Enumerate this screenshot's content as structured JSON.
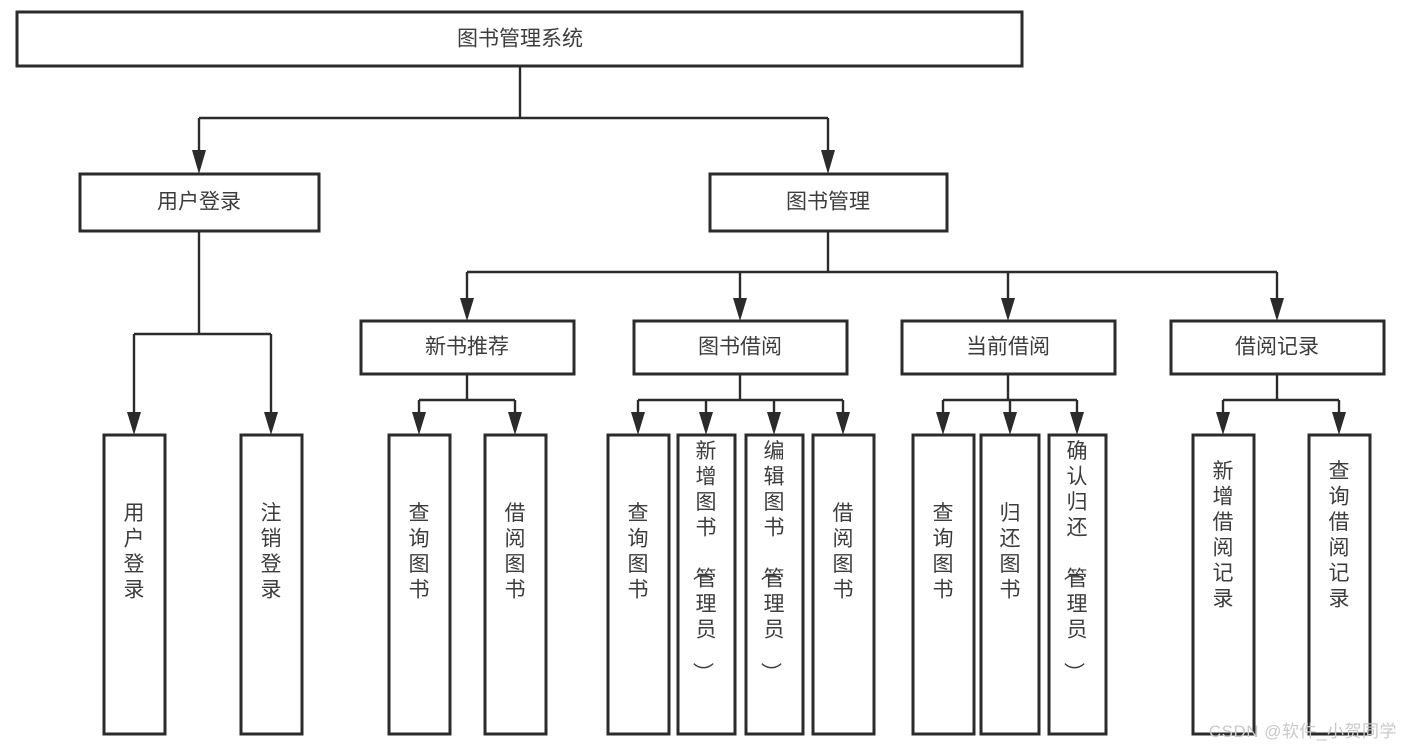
{
  "diagram": {
    "title": "图书管理系统",
    "watermark": "CSDN @软件_小贺同学",
    "theme": {
      "background": "#ffffff",
      "box_stroke": "#2b2b2b",
      "box_fill": "#ffffff",
      "text_color": "#3d3d3d",
      "line_color": "#2b2b2b",
      "watermark_color": "#c9c9c9"
    },
    "root": {
      "label": "图书管理系统"
    },
    "level2": [
      {
        "label": "用户登录"
      },
      {
        "label": "图书管理"
      }
    ],
    "level3": [
      {
        "label": "新书推荐"
      },
      {
        "label": "图书借阅"
      },
      {
        "label": "当前借阅"
      },
      {
        "label": "借阅记录"
      }
    ],
    "leaves": {
      "user_login": [
        {
          "label": "用户登录"
        },
        {
          "label": "注销登录"
        }
      ],
      "new_book_recommend": [
        {
          "label": "查询图书"
        },
        {
          "label": "借阅图书"
        }
      ],
      "book_borrow": [
        {
          "label": "查询图书"
        },
        {
          "label": "新增图书（管理员）"
        },
        {
          "label": "编辑图书（管理员）"
        },
        {
          "label": "借阅图书"
        }
      ],
      "current_borrow": [
        {
          "label": "查询图书"
        },
        {
          "label": "归还图书"
        },
        {
          "label": "确认归还（管理员）"
        }
      ],
      "borrow_record": [
        {
          "label": "新增借阅记录"
        },
        {
          "label": "查询借阅记录"
        }
      ]
    }
  }
}
